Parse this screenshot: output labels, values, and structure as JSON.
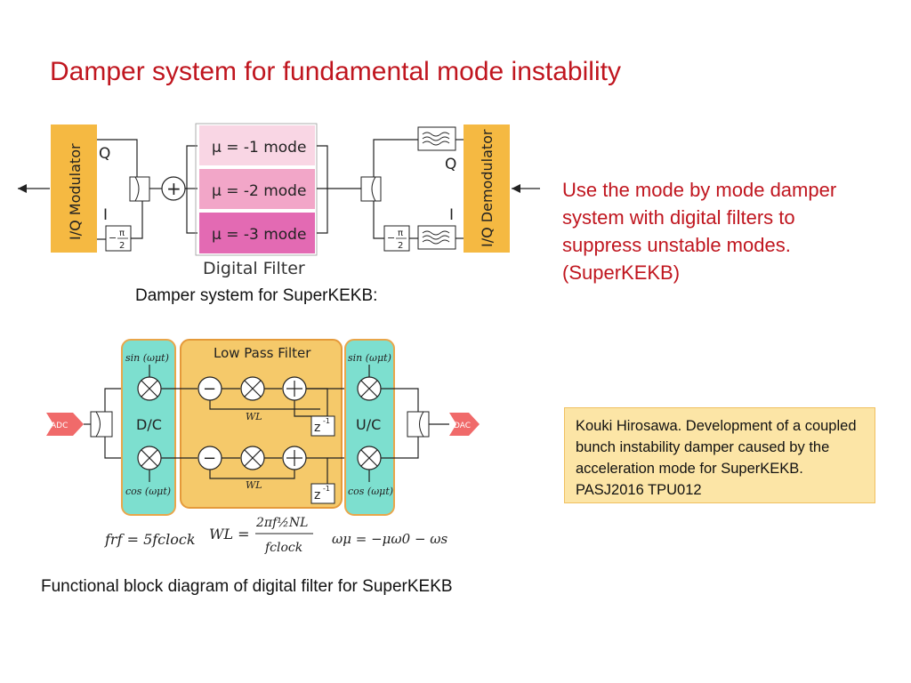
{
  "slide": {
    "title": "Damper system for fundamental mode instability",
    "description": "Use the mode by mode damper system with digital filters to suppress unstable modes. (SuperKEKB)",
    "caption_top": "Damper system for SuperKEKB:",
    "caption_bottom": "Functional block diagram of digital filter for SuperKEKB",
    "reference": "Kouki Hirosawa. Development of a coupled bunch instability damper caused by the acceleration mode for SuperKEKB. PASJ2016 TPU012"
  },
  "diagram_top": {
    "iq_modulator": "I/Q Modulator",
    "iq_demodulator": "I/Q Demodulator",
    "q_label": "Q",
    "i_label": "I",
    "phase_shift_num": "π",
    "phase_shift_den": "2",
    "phase_shift_sign": "−",
    "modes": [
      "μ = -1 mode",
      "μ = -2 mode",
      "μ = -3 mode"
    ],
    "digital_filter_label": "Digital Filter",
    "sum_symbol": "+",
    "colors": {
      "iq_box": "#f5b942",
      "mode1": "#f9d6e4",
      "mode2": "#f2a6c8",
      "mode3": "#e36ab3"
    }
  },
  "diagram_bottom": {
    "adc": "ADC",
    "dac": "DAC",
    "low_pass_filter": "Low Pass Filter",
    "dc": "D/C",
    "uc": "U/C",
    "sin_label": "sin (ωμt)",
    "cos_label": "cos (ωμt)",
    "wl_label": "WL",
    "z_label": "z",
    "z_exp": "-1",
    "minus_symbol": "−",
    "plus_symbol": "+",
    "eq_frf": "frf = 5fclock",
    "eq_wl_lhs": "WL =",
    "eq_wl_num": "2πf½NL",
    "eq_wl_den": "fclock",
    "eq_omega": "ωμ = −μω0 − ωs",
    "colors": {
      "cyan": "#7ddfcf",
      "lpf": "#f5c96a",
      "adc_dac": "#f06a6a"
    }
  }
}
